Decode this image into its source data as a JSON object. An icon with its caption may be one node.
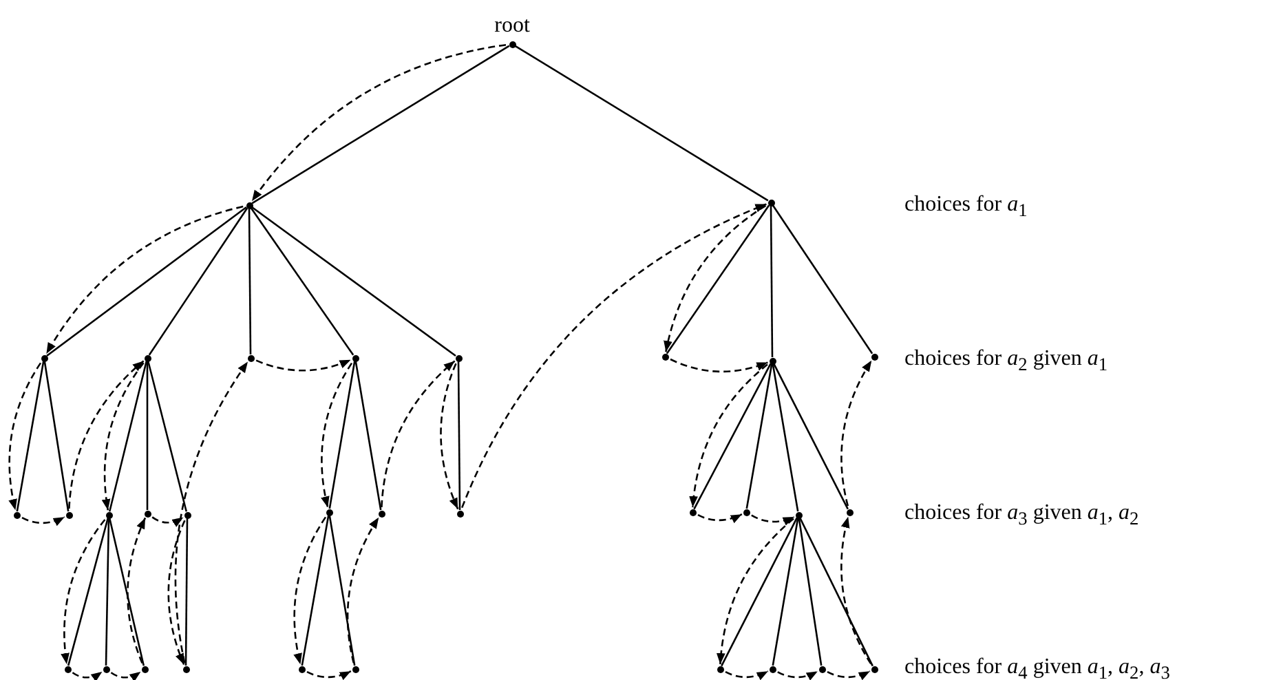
{
  "diagram": {
    "nodes": [
      {
        "text": [
          "root"
        ]
      },
      {
        "text": [],
        "shape": "circle"
      },
      {
        "text": [],
        "shape": "circle"
      },
      {
        "text": [],
        "shape": "circle"
      },
      {
        "text": [],
        "shape": "circle"
      },
      {
        "text": [],
        "shape": "circle"
      },
      {
        "text": [],
        "shape": "circle"
      },
      {
        "text": [],
        "shape": "circle"
      },
      {
        "text": [],
        "shape": "circle"
      },
      {
        "text": [],
        "shape": "circle"
      },
      {
        "text": [],
        "shape": "circle"
      },
      {
        "text": [],
        "shape": "circle"
      },
      {
        "text": [],
        "shape": "circle"
      },
      {
        "text": [],
        "shape": "circle"
      },
      {
        "text": [],
        "shape": "circle"
      },
      {
        "text": [],
        "shape": "circle"
      },
      {
        "text": [],
        "shape": "circle"
      },
      {
        "text": [],
        "shape": "circle"
      },
      {
        "text": [],
        "shape": "circle"
      },
      {
        "text": [],
        "shape": "circle"
      },
      {
        "text": [],
        "shape": "circle"
      },
      {
        "text": [],
        "shape": "circle"
      },
      {
        "text": [],
        "shape": "circle"
      },
      {
        "text": [],
        "shape": "circle"
      },
      {
        "text": [],
        "shape": "circle"
      },
      {
        "text": [],
        "shape": "circle"
      },
      {
        "text": [],
        "shape": "circle"
      },
      {
        "text": [],
        "shape": "circle"
      },
      {
        "text": [],
        "shape": "circle"
      },
      {
        "text": [],
        "shape": "circle"
      },
      {
        "text": [],
        "shape": "circle"
      },
      {
        "text": [],
        "shape": "circle"
      },
      {
        "text": [],
        "shape": "circle"
      }
    ],
    "edges": [
      {
        "from": 0,
        "to": 1,
        "arrow": "none"
      },
      {
        "from": 0,
        "to": 2,
        "arrow": "none"
      },
      {
        "from": 1,
        "to": 3,
        "arrow": "none"
      },
      {
        "from": 1,
        "to": 4,
        "arrow": "none"
      },
      {
        "from": 1,
        "to": 5,
        "arrow": "none"
      },
      {
        "from": 1,
        "to": 6,
        "arrow": "none"
      },
      {
        "from": 1,
        "to": 7,
        "arrow": "none"
      },
      {
        "from": 3,
        "to": 11,
        "arrow": "none"
      },
      {
        "from": 3,
        "to": 12,
        "arrow": "none"
      },
      {
        "from": 4,
        "to": 13,
        "arrow": "none"
      },
      {
        "from": 4,
        "to": 14,
        "arrow": "none"
      },
      {
        "from": 4,
        "to": 15,
        "arrow": "none"
      },
      {
        "from": 13,
        "to": 23,
        "arrow": "none"
      },
      {
        "from": 13,
        "to": 24,
        "arrow": "none"
      },
      {
        "from": 13,
        "to": 25,
        "arrow": "none"
      },
      {
        "from": 15,
        "to": 26,
        "arrow": "none"
      },
      {
        "from": 6,
        "to": 16,
        "arrow": "none"
      },
      {
        "from": 6,
        "to": 17,
        "arrow": "none"
      },
      {
        "from": 16,
        "to": 27,
        "arrow": "none"
      },
      {
        "from": 16,
        "to": 28,
        "arrow": "none"
      },
      {
        "from": 7,
        "to": 18,
        "arrow": "none"
      },
      {
        "from": 2,
        "to": 8,
        "arrow": "none"
      },
      {
        "from": 2,
        "to": 9,
        "arrow": "none"
      },
      {
        "from": 2,
        "to": 10,
        "arrow": "none"
      },
      {
        "from": 9,
        "to": 19,
        "arrow": "none"
      },
      {
        "from": 9,
        "to": 20,
        "arrow": "none"
      },
      {
        "from": 9,
        "to": 21,
        "arrow": "none"
      },
      {
        "from": 9,
        "to": 22,
        "arrow": "none"
      },
      {
        "from": 21,
        "to": 29,
        "arrow": "none"
      },
      {
        "from": 21,
        "to": 30,
        "arrow": "none"
      },
      {
        "from": 21,
        "to": 31,
        "arrow": "none"
      },
      {
        "from": 21,
        "to": 32,
        "arrow": "none"
      },
      {
        "from": 0,
        "to": 1,
        "arrow": "to",
        "style": "dashed"
      },
      {
        "from": 1,
        "to": 3,
        "arrow": "to",
        "style": "dashed"
      },
      {
        "from": 3,
        "to": 11,
        "arrow": "to",
        "style": "dashed"
      },
      {
        "from": 11,
        "to": 12,
        "arrow": "to",
        "style": "dashed"
      },
      {
        "from": 12,
        "to": 4,
        "arrow": "to",
        "style": "dashed"
      },
      {
        "from": 4,
        "to": 13,
        "arrow": "to",
        "style": "dashed"
      },
      {
        "from": 13,
        "to": 23,
        "arrow": "to",
        "style": "dashed"
      },
      {
        "from": 23,
        "to": 24,
        "arrow": "to",
        "style": "dashed"
      },
      {
        "from": 24,
        "to": 25,
        "arrow": "to",
        "style": "dashed"
      },
      {
        "from": 25,
        "to": 14,
        "arrow": "to",
        "style": "dashed"
      },
      {
        "from": 14,
        "to": 15,
        "arrow": "to",
        "style": "dashed"
      },
      {
        "from": 15,
        "to": 26,
        "arrow": "to",
        "style": "dashed"
      },
      {
        "from": 26,
        "to": 5,
        "arrow": "to",
        "style": "dashed"
      },
      {
        "from": 5,
        "to": 6,
        "arrow": "to",
        "style": "dashed"
      },
      {
        "from": 6,
        "to": 16,
        "arrow": "to",
        "style": "dashed"
      },
      {
        "from": 16,
        "to": 27,
        "arrow": "to",
        "style": "dashed"
      },
      {
        "from": 27,
        "to": 28,
        "arrow": "to",
        "style": "dashed"
      },
      {
        "from": 28,
        "to": 17,
        "arrow": "to",
        "style": "dashed"
      },
      {
        "from": 17,
        "to": 7,
        "arrow": "to",
        "style": "dashed"
      },
      {
        "from": 7,
        "to": 18,
        "arrow": "to",
        "style": "dashed"
      },
      {
        "from": 18,
        "to": 2,
        "arrow": "to",
        "style": "dashed"
      },
      {
        "from": 2,
        "to": 8,
        "arrow": "to",
        "style": "dashed"
      },
      {
        "from": 8,
        "to": 9,
        "arrow": "to",
        "style": "dashed"
      },
      {
        "from": 9,
        "to": 19,
        "arrow": "to",
        "style": "dashed"
      },
      {
        "from": 19,
        "to": 20,
        "arrow": "to",
        "style": "dashed"
      },
      {
        "from": 20,
        "to": 21,
        "arrow": "to",
        "style": "dashed"
      },
      {
        "from": 21,
        "to": 29,
        "arrow": "to",
        "style": "dashed"
      },
      {
        "from": 29,
        "to": 30,
        "arrow": "to",
        "style": "dashed"
      },
      {
        "from": 30,
        "to": 31,
        "arrow": "to",
        "style": "dashed"
      },
      {
        "from": 31,
        "to": 32,
        "arrow": "to",
        "style": "dashed"
      },
      {
        "from": 32,
        "to": 22,
        "arrow": "to",
        "style": "dashed"
      },
      {
        "from": 22,
        "to": 10,
        "arrow": "to",
        "style": "dashed"
      }
    ],
    "labels": [
      "choices for *a*$_{1}$",
      "choices for *a*$_{2}$ given *a*$_{1}$",
      "choices for *a*$_{3}$ given *a*$_{1}$, *a*$_{2}$",
      "choices for *a*$_{4}$ given *a*$_{1}$, *a*$_{2}$, *a*$_{3}$"
    ]
  }
}
